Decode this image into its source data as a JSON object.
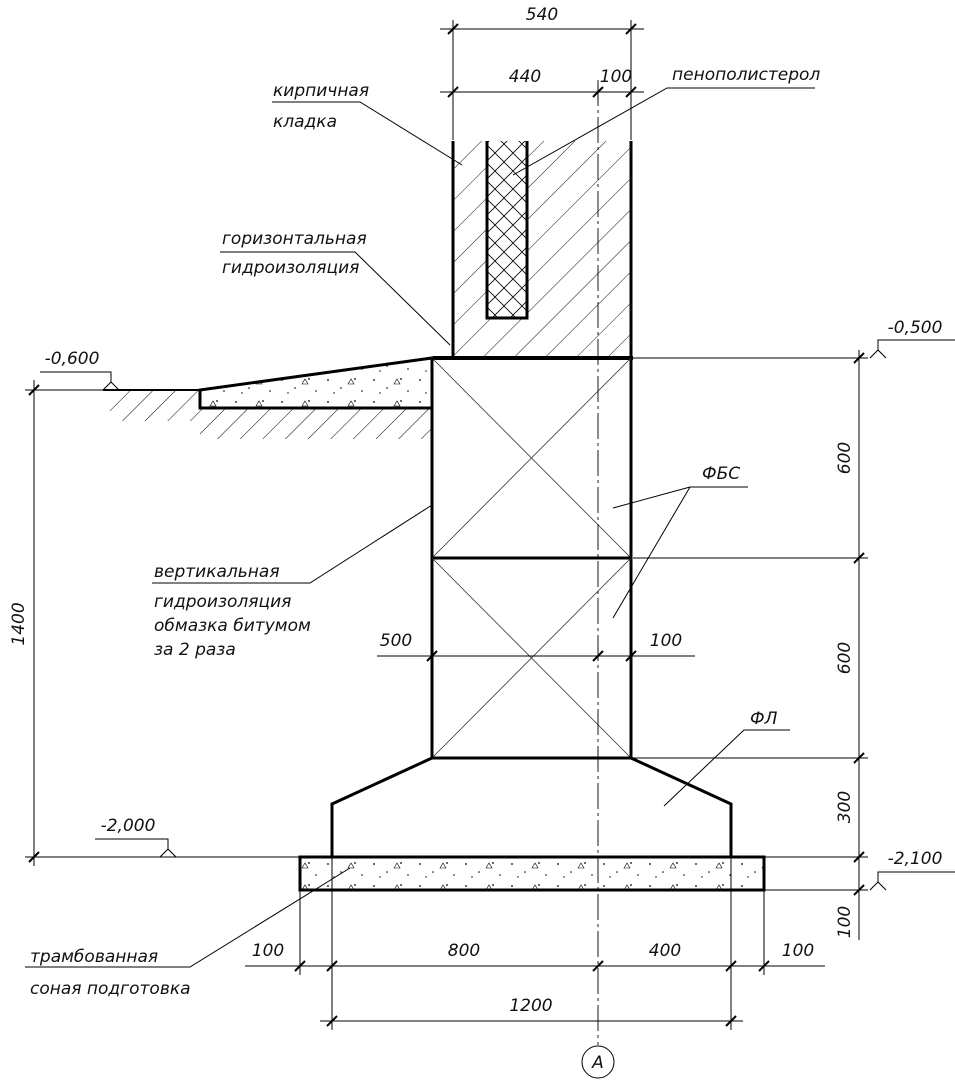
{
  "labels": {
    "brick_line1": "кирпичная",
    "brick_line2": "кладка",
    "insulation": "пенополистерол",
    "hwp_line1": "горизонтальная",
    "hwp_line2": "гидроизоляция",
    "vwp_line1": "вертикальная",
    "vwp_line2": "гидроизоляция",
    "vwp_line3": "обмазка битумом",
    "vwp_line4": "за 2 раза",
    "fbs": "ФБС",
    "fl": "ФЛ",
    "sand_line1": "трамбованная",
    "sand_line2": "соная подготовка",
    "axis_mark": "А"
  },
  "levels": {
    "top": "-0,500",
    "ground": "-0,600",
    "base": "-2,000",
    "bottom": "-2,100"
  },
  "dimensions": {
    "wall_total": "540",
    "wall_brick": "440",
    "wall_offset": "100",
    "fbs_left": "500",
    "fbs_right": "100",
    "h_total": "1400",
    "h_fbs_upper": "600",
    "h_fbs_lower": "600",
    "h_fl": "300",
    "h_sand": "100",
    "b_left_sand": "100",
    "b_left": "800",
    "b_right": "400",
    "b_right_sand": "100",
    "b_fl": "1200"
  },
  "colors": {
    "line": "#000000",
    "background": "#ffffff"
  }
}
